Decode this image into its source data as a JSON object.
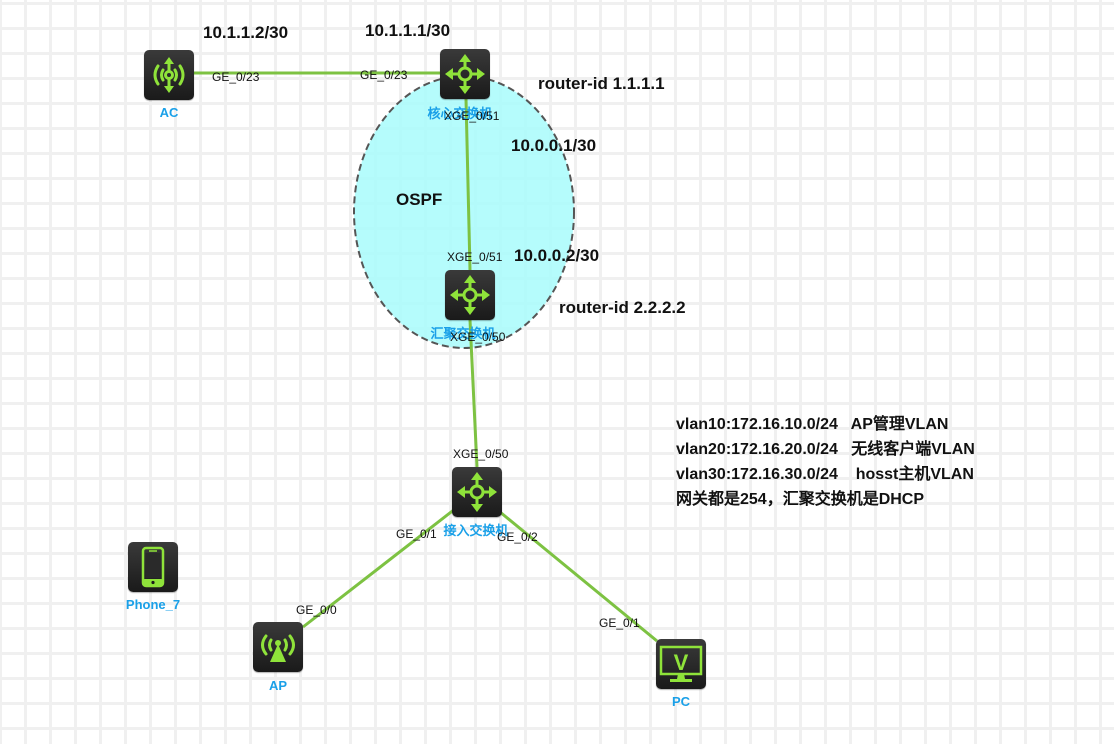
{
  "colors": {
    "link": "#7dc242",
    "icon_green": "#8fe33a",
    "device_label": "#1aa0e8",
    "ospf_fill": "#a8fcfc",
    "ospf_stroke": "#555555",
    "grid": "#f0f0f0"
  },
  "devices": {
    "ac": {
      "label": "AC",
      "icon": "wireless-controller-icon"
    },
    "core": {
      "label": "核心交换机",
      "icon": "switch-icon"
    },
    "agg": {
      "label": "汇聚交换机",
      "icon": "switch-icon"
    },
    "access": {
      "label": "接入交换机",
      "icon": "switch-icon"
    },
    "phone": {
      "label": "Phone_7",
      "icon": "phone-icon"
    },
    "ap": {
      "label": "AP",
      "icon": "access-point-icon"
    },
    "pc": {
      "label": "PC",
      "icon": "pc-monitor-icon"
    }
  },
  "ports": {
    "ac_ge023": "GE_0/23",
    "core_ge023": "GE_0/23",
    "core_xge051": "XGE_0/51",
    "agg_xge051": "XGE_0/51",
    "agg_xge050": "XGE_0/50",
    "access_xge050": "XGE_0/50",
    "access_ge01": "GE_0/1",
    "access_ge02": "GE_0/2",
    "ap_ge00": "GE_0/0",
    "pc_ge01": "GE_0/1"
  },
  "ips": {
    "ac_ip": "10.1.1.2/30",
    "core_ip": "10.1.1.1/30",
    "core_router_id": "router-id 1.1.1.1",
    "core_xge_ip": "10.0.0.1/30",
    "agg_xge_ip": "10.0.0.2/30",
    "agg_router_id": "router-id 2.2.2.2"
  },
  "ospf_area": {
    "label": "OSPF"
  },
  "notes": [
    "vlan10:172.16.10.0/24   AP管理VLAN",
    "vlan20:172.16.20.0/24   无线客户端VLAN",
    "vlan30:172.16.30.0/24    hosst主机VLAN",
    "网关都是254，汇聚交换机是DHCP"
  ]
}
